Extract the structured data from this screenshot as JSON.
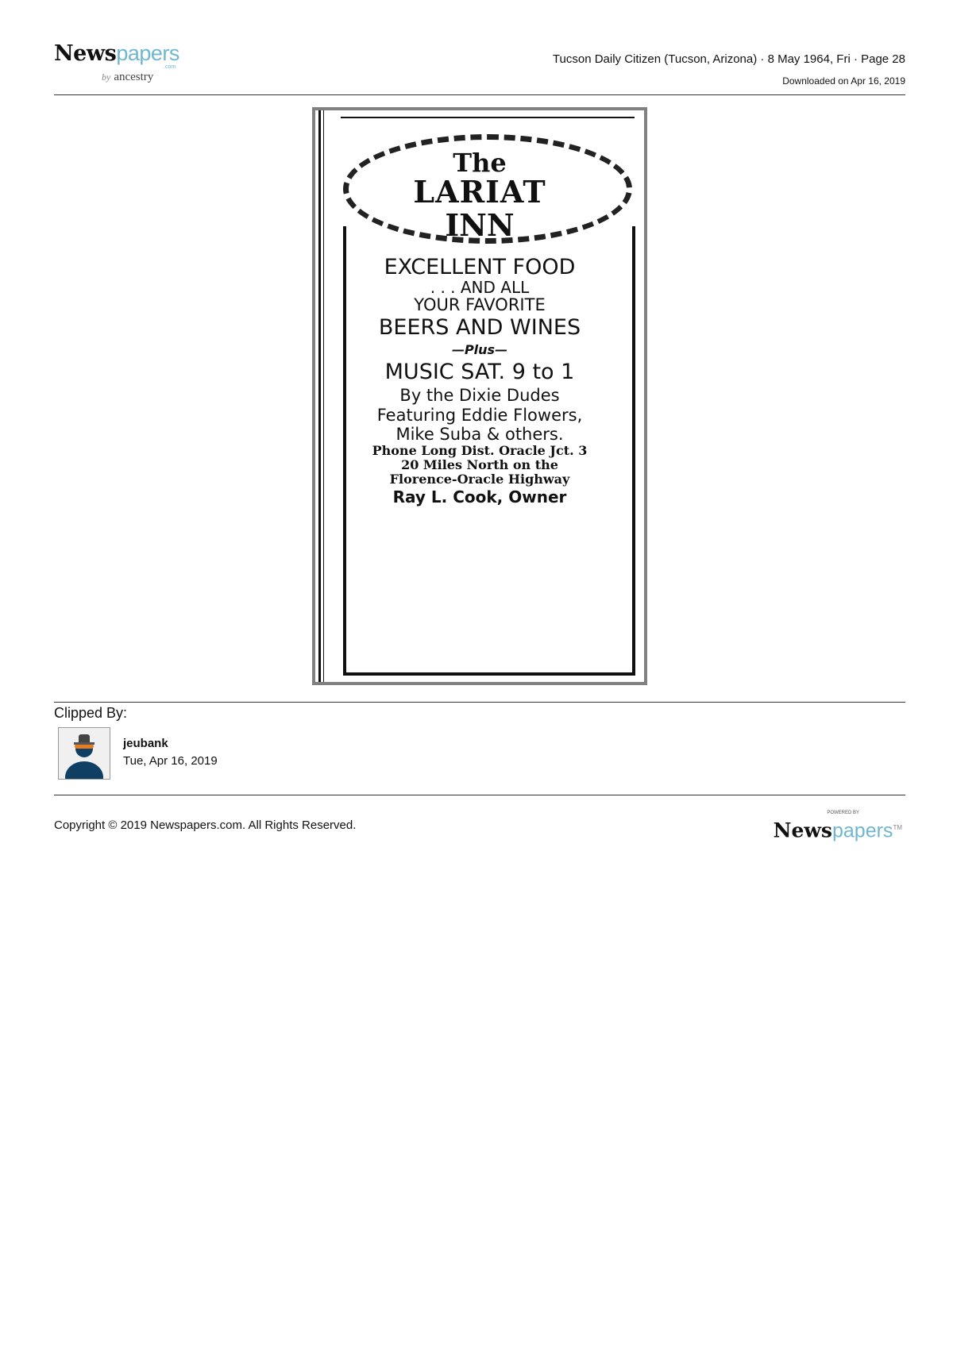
{
  "header": {
    "logo": {
      "brand_dark": "News",
      "brand_light": "papers",
      "domain": ".com",
      "by": "by",
      "parent": "ancestry"
    },
    "source": "Tucson Daily Citizen (Tucson, Arizona) · 8 May 1964, Fri · Page 28",
    "downloaded": "Downloaded on Apr 16, 2019"
  },
  "clipping": {
    "line1": "The",
    "line2": "LARIAT",
    "line3": "INN",
    "lines": [
      "EXCELLENT FOOD",
      ". . . AND ALL",
      "YOUR FAVORITE",
      "BEERS AND WINES",
      "—Plus—",
      "MUSIC SAT. 9 to 1",
      "By the Dixie Dudes",
      "Featuring Eddie Flowers,",
      "Mike Suba & others.",
      "Phone Long Dist. Oracle Jct. 3",
      "20 Miles North on the",
      "Florence-Oracle Highway",
      "Ray L. Cook, Owner"
    ]
  },
  "clipped_by": {
    "label": "Clipped By:",
    "username": "jeubank",
    "date": "Tue, Apr 16, 2019"
  },
  "footer": {
    "copyright": "Copyright © 2019 Newspapers.com. All Rights Reserved.",
    "logo": {
      "powered": "POWERED BY",
      "brand_dark": "News",
      "brand_light": "papers",
      "tm": "TM"
    }
  }
}
